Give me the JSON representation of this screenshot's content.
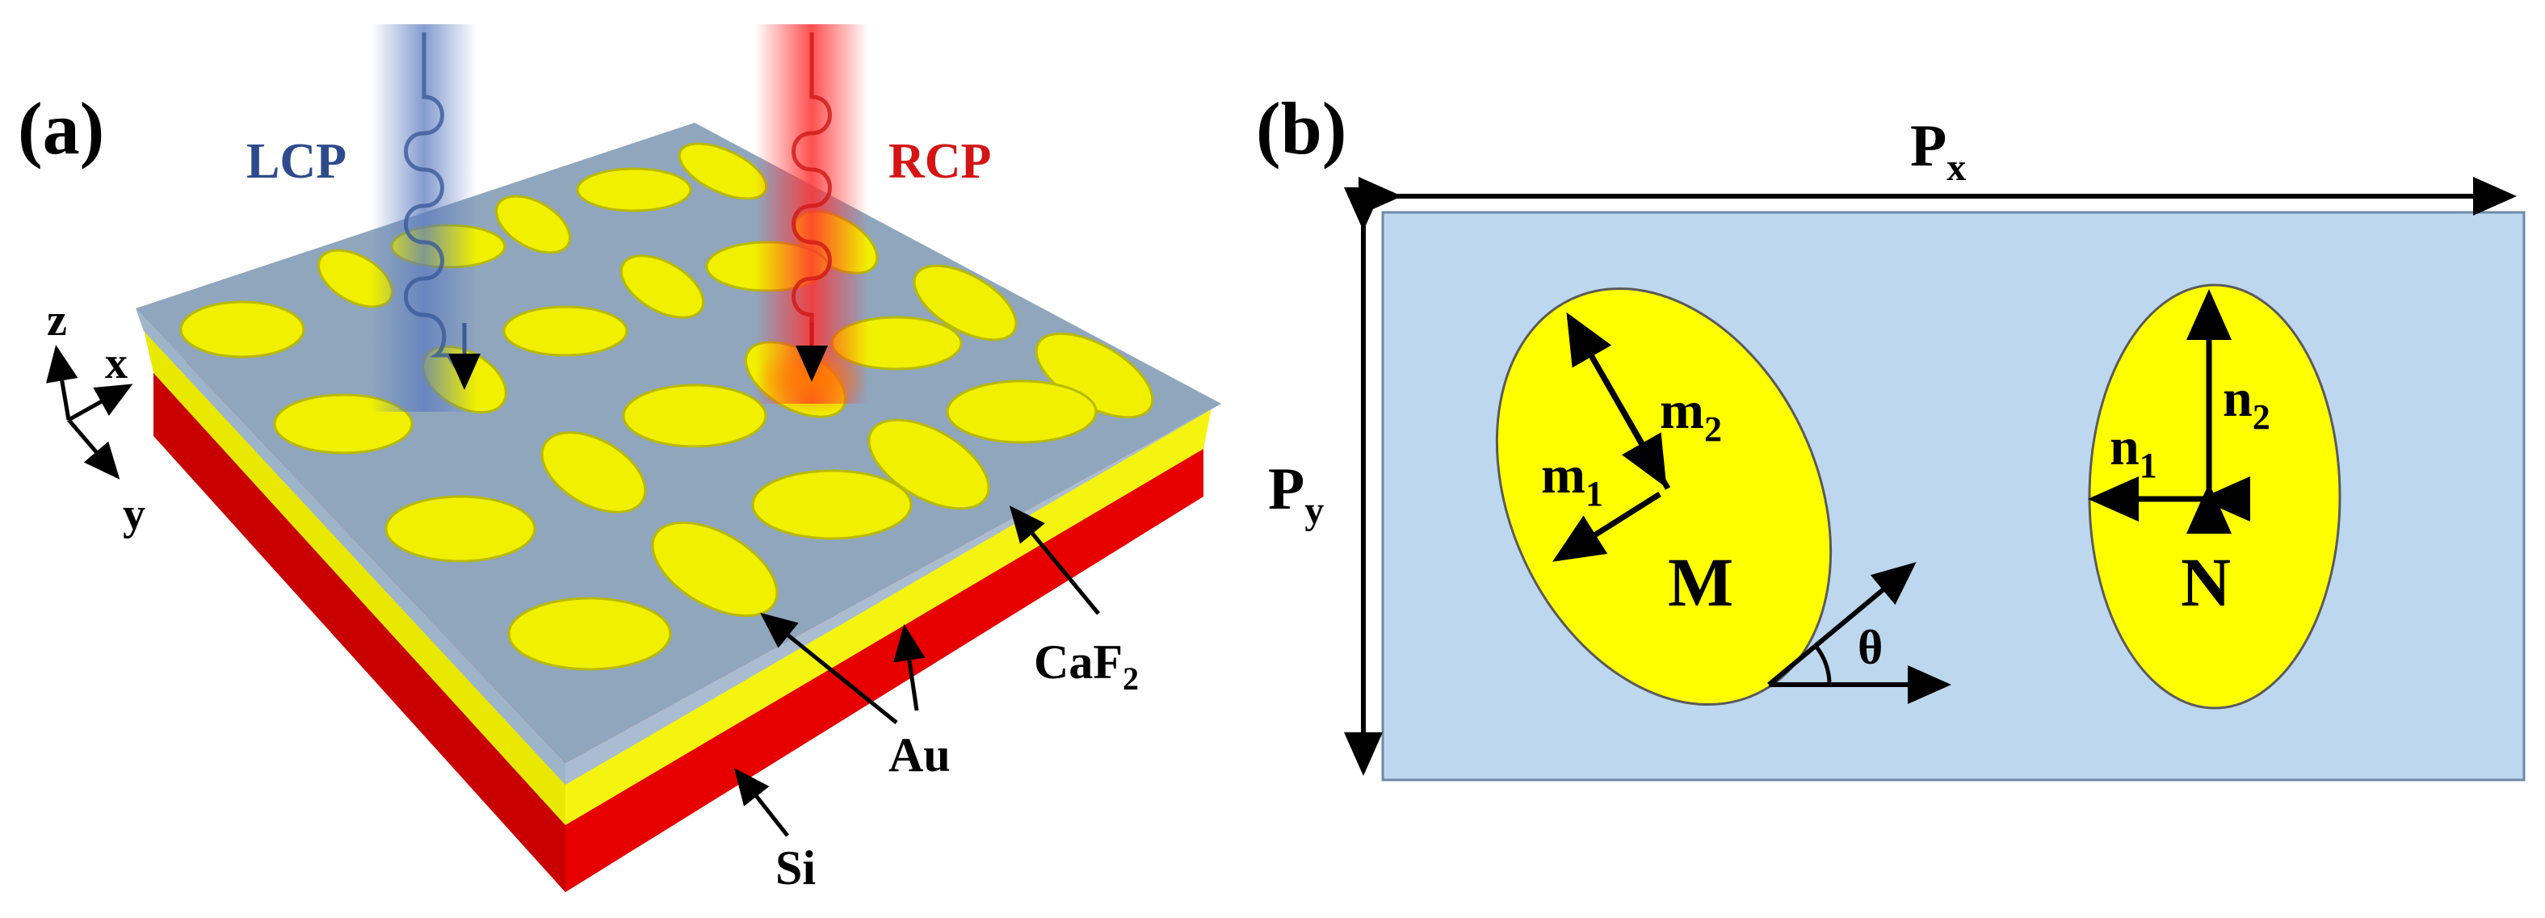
{
  "panel_a": {
    "panel_label": "(a)",
    "lcp_label": "LCP",
    "rcp_label": "RCP",
    "axis_z": "z",
    "axis_x": "x",
    "axis_y": "y",
    "caf2_main": "CaF",
    "caf2_sub": "2",
    "au_label": "Au",
    "si_label": "Si",
    "colors": {
      "caf2": "#8fa6bd",
      "au_layer": "#f2f20a",
      "si_layer": "#e00000",
      "lcp_beam": "#3a5a9a",
      "rcp_beam": "#e51c1c",
      "lcp_text": "#2e4a8c",
      "rcp_text": "#d41414"
    }
  },
  "panel_b": {
    "panel_label": "(b)",
    "px_main": "P",
    "px_sub": "x",
    "py_main": "P",
    "py_sub": "y",
    "m_label": "M",
    "n_label": "N",
    "m1_main": "m",
    "m1_sub": "1",
    "m2_main": "m",
    "m2_sub": "2",
    "n1_main": "n",
    "n1_sub": "1",
    "n2_main": "n",
    "n2_sub": "2",
    "theta_label": "θ",
    "colors": {
      "cell": "#bdd7ee",
      "ellipse": "#ffff00"
    }
  }
}
